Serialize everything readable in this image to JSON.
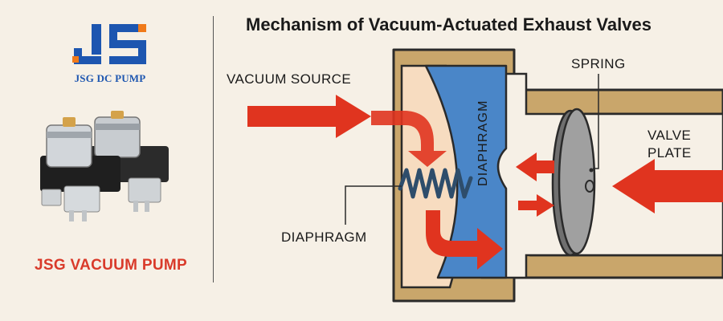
{
  "brand": {
    "logo_letters": "JS",
    "name": "JSG DC PUMP",
    "colors": {
      "blue": "#1d56b0",
      "orange": "#f07a1a",
      "red": "#d93a2a"
    }
  },
  "product": {
    "name": "JSG VACUUM PUMP",
    "image": "two-dc-vacuum-pumps-illustration"
  },
  "diagram": {
    "title": "Mechanism of Vacuum-Actuated Exhaust Valves",
    "labels": {
      "vacuum_source": "VACUUM SOURCE",
      "diaphragm_left": "DIAPHRAGM",
      "diaphragm_vertical": "DIAPHRAGM",
      "spring": "SPRING",
      "valve_plate": "VALVE PLATE"
    },
    "colors": {
      "housing": "#c9a66b",
      "housing_outline": "#2a2a2a",
      "chamber": "#f7dcc0",
      "diaphragm": "#4a86c8",
      "spring": "#2e4d6b",
      "valve_plate": "#9a9a9a",
      "arrows": "#e0341f"
    }
  }
}
